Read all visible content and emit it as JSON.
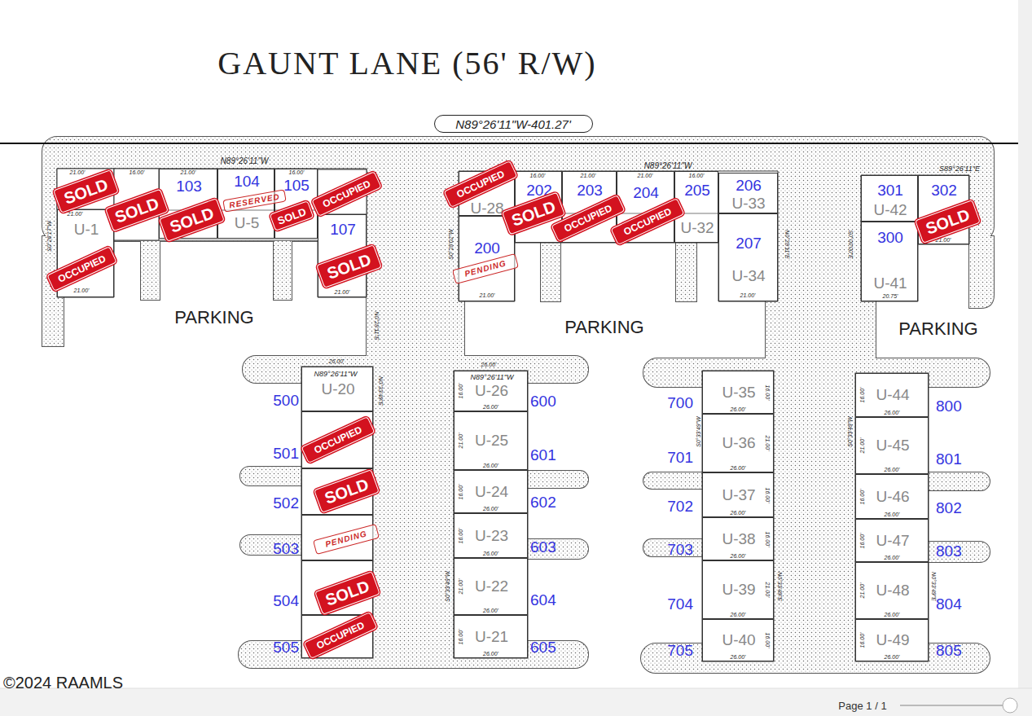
{
  "diagram": {
    "title": "GAUNT LANE (56' R/W)",
    "nodes": [
      {
        "text": [
          "N89°26'11\"W-401.27'"
        ]
      },
      {
        "text": [
          "U-1"
        ]
      },
      {
        "text": [
          "103"
        ]
      },
      {
        "text": [
          "104",
          "U-5"
        ]
      },
      {
        "text": [
          "105"
        ]
      },
      {
        "text": [
          "107"
        ]
      },
      {
        "text": [
          "U-28"
        ]
      },
      {
        "text": [
          "200"
        ]
      },
      {
        "text": [
          "202"
        ]
      },
      {
        "text": [
          "203"
        ]
      },
      {
        "text": [
          "204"
        ]
      },
      {
        "text": [
          "205",
          "U-32"
        ]
      },
      {
        "text": [
          "206",
          "U-33"
        ]
      },
      {
        "text": [
          "207",
          "U-34"
        ]
      },
      {
        "text": [
          "301",
          "U-42"
        ]
      },
      {
        "text": [
          "302"
        ]
      },
      {
        "text": [
          "300",
          "U-41"
        ]
      },
      {
        "text": [
          "U-20",
          "500"
        ]
      },
      {
        "text": [
          "501"
        ]
      },
      {
        "text": [
          "502"
        ]
      },
      {
        "text": [
          "503"
        ]
      },
      {
        "text": [
          "504"
        ]
      },
      {
        "text": [
          "505"
        ]
      },
      {
        "text": [
          "U-26",
          "600"
        ]
      },
      {
        "text": [
          "U-25",
          "601"
        ]
      },
      {
        "text": [
          "U-24",
          "602"
        ]
      },
      {
        "text": [
          "U-23",
          "603"
        ]
      },
      {
        "text": [
          "U-22",
          "604"
        ]
      },
      {
        "text": [
          "U-21",
          "605"
        ]
      },
      {
        "text": [
          "U-35",
          "700"
        ]
      },
      {
        "text": [
          "U-36",
          "701"
        ]
      },
      {
        "text": [
          "U-37",
          "702"
        ]
      },
      {
        "text": [
          "U-38",
          "703"
        ]
      },
      {
        "text": [
          "U-39",
          "704"
        ]
      },
      {
        "text": [
          "U-40",
          "705"
        ]
      },
      {
        "text": [
          "U-44",
          "800"
        ]
      },
      {
        "text": [
          "U-45",
          "801"
        ]
      },
      {
        "text": [
          "U-46",
          "802"
        ]
      },
      {
        "text": [
          "U-47",
          "803"
        ]
      },
      {
        "text": [
          "U-48",
          "804"
        ]
      },
      {
        "text": [
          "U-49",
          "805"
        ]
      },
      {
        "text": [
          "SOLD"
        ]
      },
      {
        "text": [
          "SOLD"
        ]
      },
      {
        "text": [
          "SOLD"
        ]
      },
      {
        "text": [
          "RESERVED"
        ]
      },
      {
        "text": [
          "SOLD"
        ]
      },
      {
        "text": [
          "OCCUPIED"
        ]
      },
      {
        "text": [
          "OCCUPIED"
        ]
      },
      {
        "text": [
          "SOLD"
        ]
      },
      {
        "text": [
          "OCCUPIED"
        ]
      },
      {
        "text": [
          "SOLD"
        ]
      },
      {
        "text": [
          "OCCUPIED"
        ]
      },
      {
        "text": [
          "OCCUPIED"
        ]
      },
      {
        "text": [
          "PENDING"
        ]
      },
      {
        "text": [
          "SOLD"
        ]
      },
      {
        "text": [
          "OCCUPIED"
        ]
      },
      {
        "text": [
          "SOLD"
        ]
      },
      {
        "text": [
          "PENDING"
        ]
      },
      {
        "text": [
          "SOLD"
        ]
      },
      {
        "text": [
          "OCCUPIED"
        ]
      }
    ],
    "labels": [
      "N89°26'11\"W",
      "21.00'",
      "16.00'",
      "21.00'",
      "16.00'",
      "21.00'",
      "21.00'",
      "21.00'",
      "N0°28'11\"E",
      "N89°26'11\"W",
      "16.00'",
      "21.00'",
      "21.00'",
      "16.00'",
      "21.00'",
      "21.00'",
      "S89°26'11\"E",
      "20.75'",
      "21.00'",
      "S0°28'02\"W",
      "N0°28'11\"E",
      "S0°00'00\"E",
      "S0°26'17\"W",
      "PARKING",
      "PARKING",
      "PARKING",
      "N89°26'11\"W",
      "N89°26'11\"W",
      "26.00'",
      "26.00'",
      "N0°33'49\"E",
      "S0°33'49\"W",
      "S0°33'49\"W",
      "N0°33'49\"E",
      "S0°33'49\"W",
      "N0°33'49\"E",
      "26.00'",
      "16.00'",
      "26.00'",
      "21.00'",
      "26.00'",
      "16.00'",
      "26.00'",
      "16.00'",
      "26.00'",
      "21.00'",
      "26.00'",
      "16.00'",
      "26.00'",
      "16.00'",
      "26.00'",
      "21.00'",
      "26.00'",
      "16.00'",
      "26.00'",
      "16.00'",
      "26.00'",
      "21.00'",
      "26.00'",
      "16.00'",
      "26.00'",
      "16.00'",
      "26.00'",
      "21.00'",
      "26.00'",
      "16.00'",
      "26.00'",
      "16.00'",
      "26.00'",
      "21.00'",
      "26.00'",
      "16.00'",
      "©2024 RAAMLS",
      "Page 1 / 1"
    ]
  }
}
